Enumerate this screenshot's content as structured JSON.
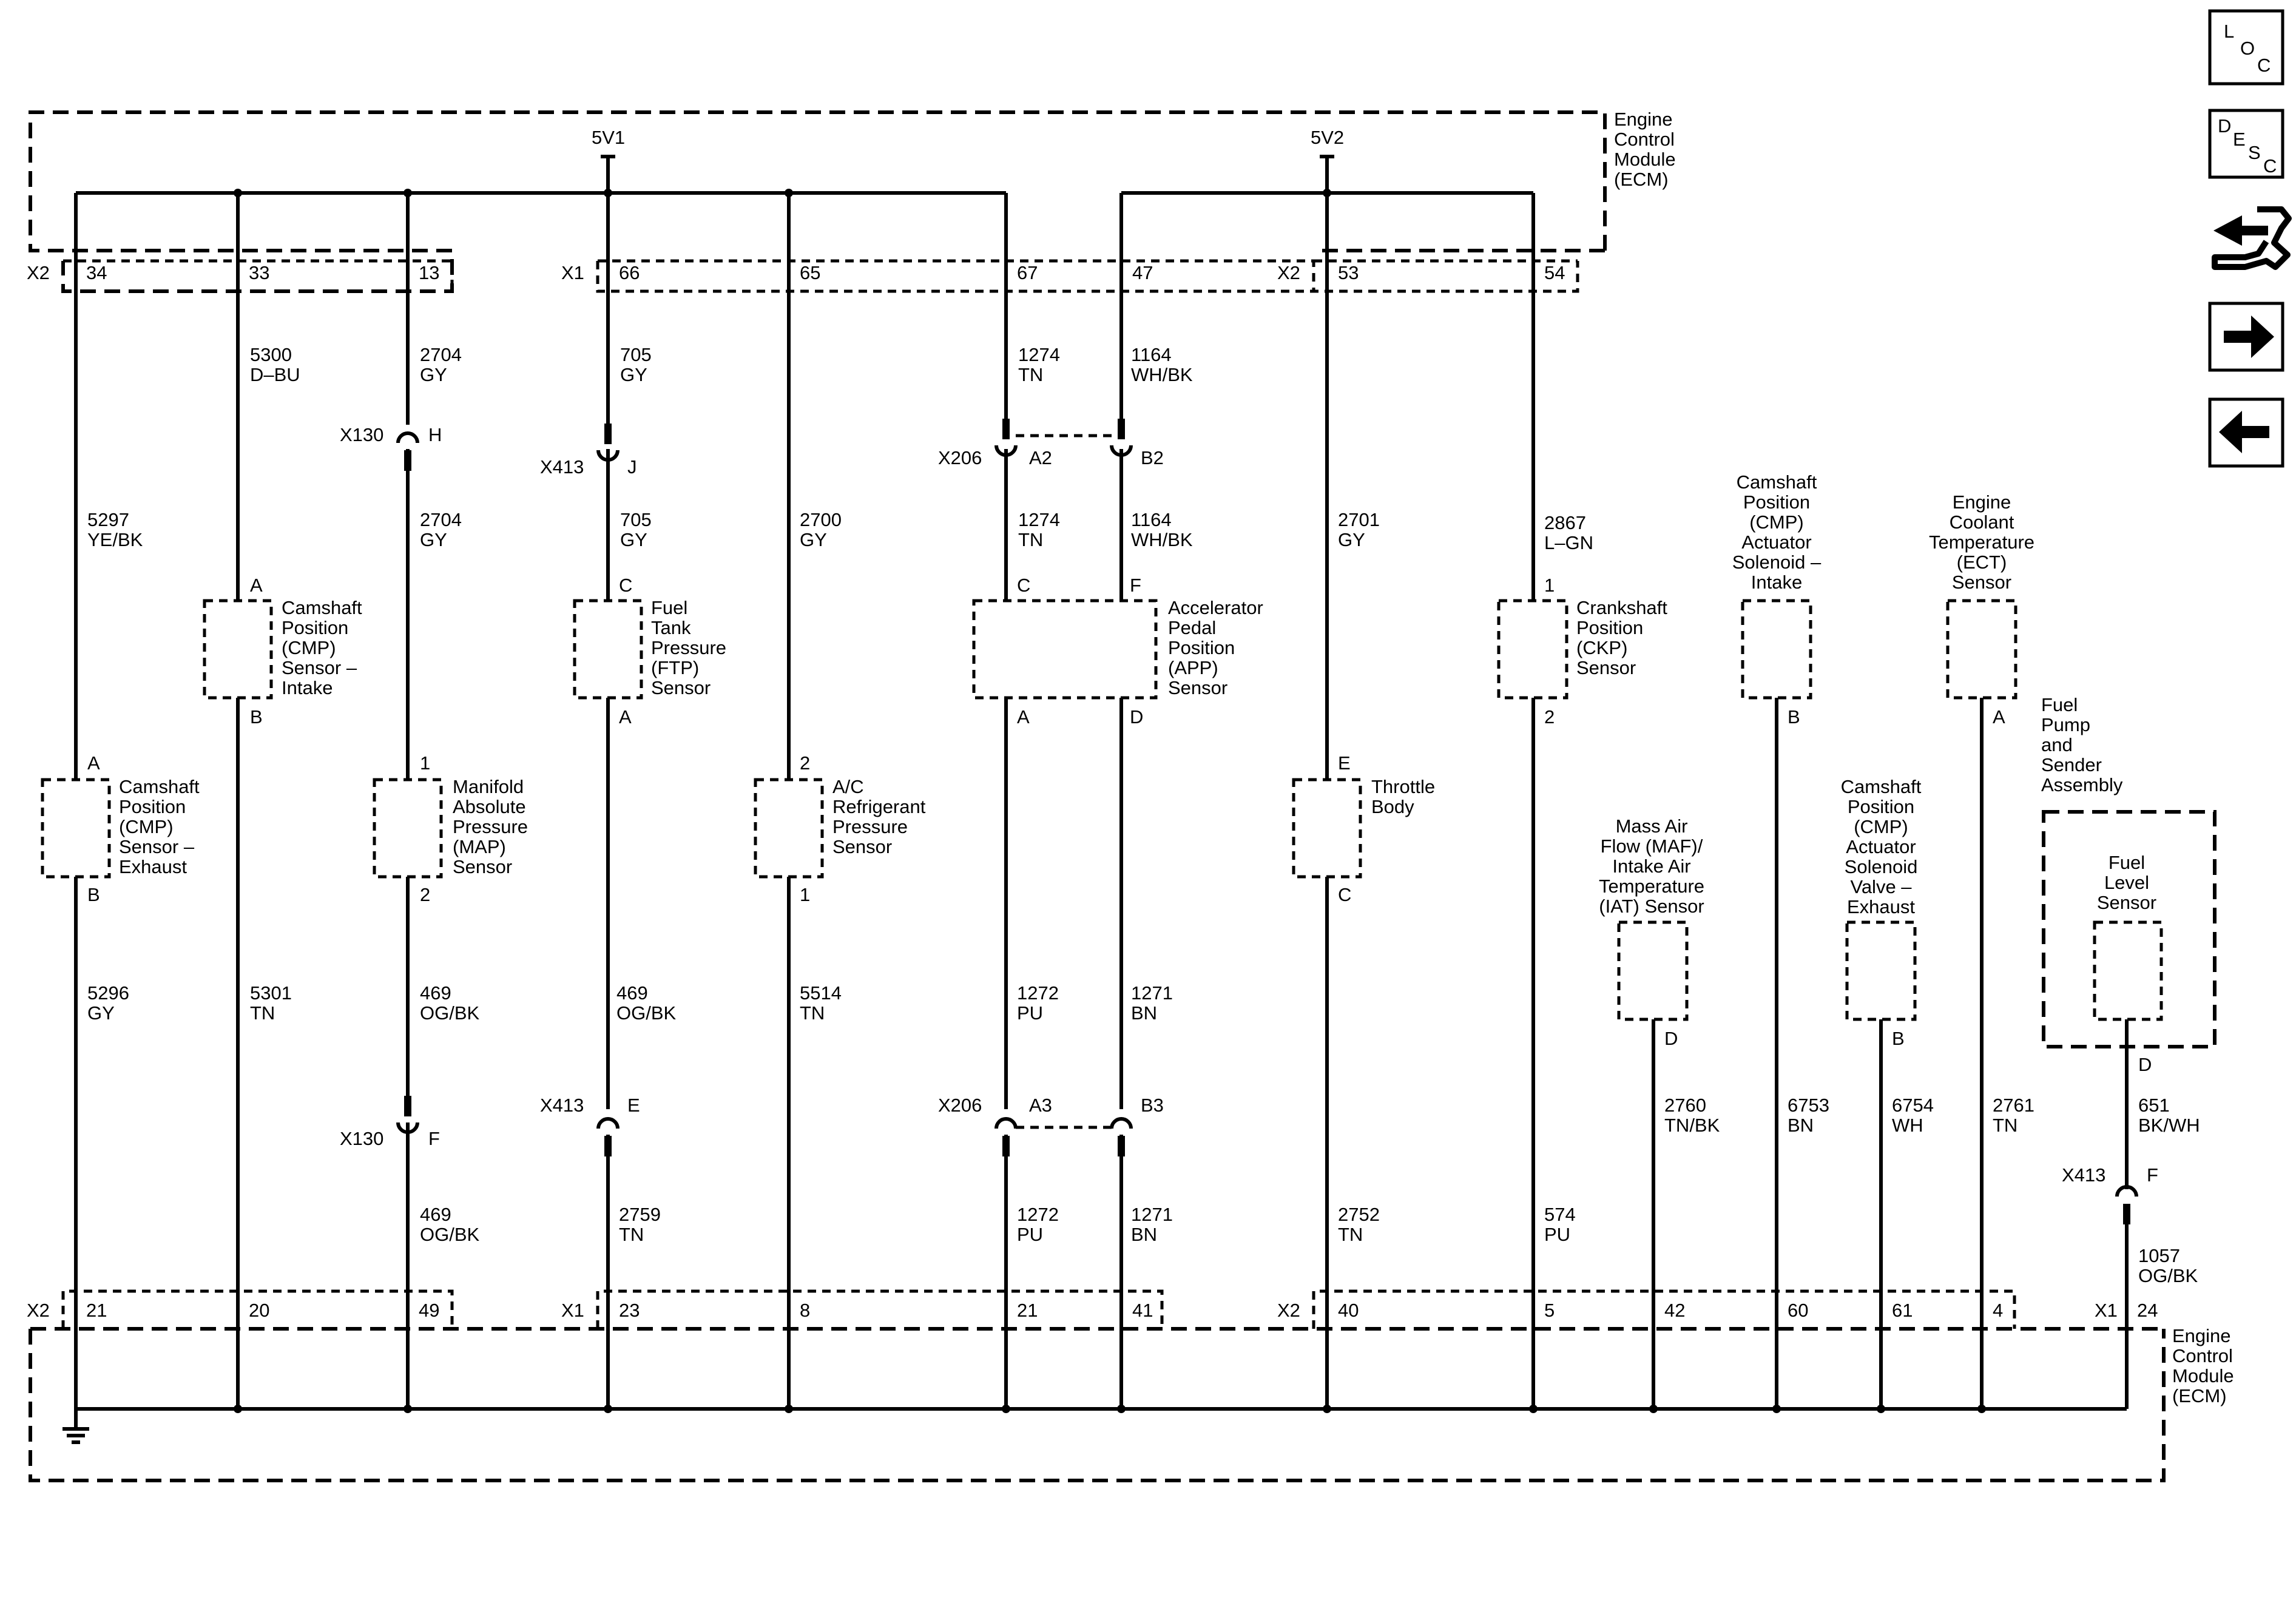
{
  "ecm_top_label": [
    "Engine",
    "Control",
    "Module",
    "(ECM)"
  ],
  "ecm_bottom_label": [
    "Engine",
    "Control",
    "Module",
    "(ECM)"
  ],
  "supply_5v1": "5V1",
  "supply_5v2": "5V2",
  "top_connectors": {
    "x2a": "X2",
    "x1": "X1",
    "x2b": "X2"
  },
  "bottom_connectors": {
    "x2a": "X2",
    "x1": "X1",
    "x2b": "X2",
    "x1b": "X1"
  },
  "top_pins": [
    "34",
    "33",
    "13",
    "66",
    "65",
    "67",
    "47",
    "53",
    "54"
  ],
  "bottom_pins": [
    "21",
    "20",
    "49",
    "23",
    "8",
    "21",
    "41",
    "40",
    "5",
    "42",
    "60",
    "61",
    "4",
    "24"
  ],
  "wire_labels": [
    [
      "5300",
      "D–BU"
    ],
    [
      "2704",
      "GY"
    ],
    [
      "705",
      "GY"
    ],
    [
      "1274",
      "TN"
    ],
    [
      "1164",
      "WH/BK"
    ],
    [
      "5297",
      "YE/BK"
    ],
    [
      "2704",
      "GY"
    ],
    [
      "705",
      "GY"
    ],
    [
      "2700",
      "GY"
    ],
    [
      "1274",
      "TN"
    ],
    [
      "1164",
      "WH/BK"
    ],
    [
      "2701",
      "GY"
    ],
    [
      "2867",
      "L–GN"
    ],
    [
      "5296",
      "GY"
    ],
    [
      "5301",
      "TN"
    ],
    [
      "469",
      "OG/BK"
    ],
    [
      "469",
      "OG/BK"
    ],
    [
      "5514",
      "TN"
    ],
    [
      "1272",
      "PU"
    ],
    [
      "1271",
      "BN"
    ],
    [
      "469",
      "OG/BK"
    ],
    [
      "2759",
      "TN"
    ],
    [
      "1272",
      "PU"
    ],
    [
      "1271",
      "BN"
    ],
    [
      "2752",
      "TN"
    ],
    [
      "574",
      "PU"
    ],
    [
      "2760",
      "TN/BK"
    ],
    [
      "6753",
      "BN"
    ],
    [
      "6754",
      "WH"
    ],
    [
      "2761",
      "TN"
    ],
    [
      "651",
      "BK/WH"
    ],
    [
      "1057",
      "OG/BK"
    ]
  ],
  "inline_connectors": [
    {
      "name": "X130",
      "pin": "H"
    },
    {
      "name": "X413",
      "pin": "J"
    },
    {
      "name": "X206",
      "pin": "A2"
    },
    {
      "name": "",
      "pin": "B2"
    },
    {
      "name": "X130",
      "pin": "F"
    },
    {
      "name": "X413",
      "pin": "E"
    },
    {
      "name": "X206",
      "pin": "A3"
    },
    {
      "name": "",
      "pin": "B3"
    },
    {
      "name": "X413",
      "pin": "F"
    }
  ],
  "components": [
    {
      "id": "cmp-intake",
      "label": [
        "Camshaft",
        "Position",
        "(CMP)",
        "Sensor –",
        "Intake"
      ],
      "pins": [
        "A",
        "B"
      ]
    },
    {
      "id": "ftp",
      "label": [
        "Fuel",
        "Tank",
        "Pressure",
        "(FTP)",
        "Sensor"
      ],
      "pins": [
        "C",
        "A"
      ]
    },
    {
      "id": "app",
      "label": [
        "Accelerator",
        "Pedal",
        "Position",
        "(APP)",
        "Sensor"
      ],
      "pins": [
        "C",
        "F",
        "A",
        "D"
      ]
    },
    {
      "id": "ckp",
      "label": [
        "Crankshaft",
        "Position",
        "(CKP)",
        "Sensor"
      ],
      "pins": [
        "1",
        "2"
      ]
    },
    {
      "id": "cmp-act-intake",
      "label": [
        "Camshaft",
        "Position",
        "(CMP)",
        "Actuator",
        "Solenoid –",
        "Intake"
      ],
      "pins": [
        "B"
      ]
    },
    {
      "id": "ect",
      "label": [
        "Engine",
        "Coolant",
        "Temperature",
        "(ECT)",
        "Sensor"
      ],
      "pins": [
        "A"
      ]
    },
    {
      "id": "cmp-exhaust",
      "label": [
        "Camshaft",
        "Position",
        "(CMP)",
        "Sensor –",
        "Exhaust"
      ],
      "pins": [
        "A",
        "B"
      ]
    },
    {
      "id": "map",
      "label": [
        "Manifold",
        "Absolute",
        "Pressure",
        "(MAP)",
        "Sensor"
      ],
      "pins": [
        "1",
        "2"
      ]
    },
    {
      "id": "ac",
      "label": [
        "A/C",
        "Refrigerant",
        "Pressure",
        "Sensor"
      ],
      "pins": [
        "2",
        "1"
      ]
    },
    {
      "id": "throttle",
      "label": [
        "Throttle",
        "Body"
      ],
      "pins": [
        "E",
        "C"
      ]
    },
    {
      "id": "maf",
      "label": [
        "Mass Air",
        "Flow (MAF)/",
        "Intake Air",
        "Temperature",
        "(IAT) Sensor"
      ],
      "pins": [
        "D"
      ]
    },
    {
      "id": "cmp-act-exhaust",
      "label": [
        "Camshaft",
        "Position",
        "(CMP)",
        "Actuator",
        "Solenoid",
        "Valve –",
        "Exhaust"
      ],
      "pins": [
        "B"
      ]
    },
    {
      "id": "fuel-pump",
      "label": [
        "Fuel",
        "Pump",
        "and",
        "Sender",
        "Assembly"
      ],
      "pins": []
    },
    {
      "id": "fuel-level",
      "label": [
        "Fuel",
        "Level",
        "Sensor"
      ],
      "pins": [
        "D"
      ]
    }
  ],
  "nav": {
    "loc": [
      "L",
      "O",
      "C"
    ],
    "desc": [
      "D",
      "E",
      "S",
      "C"
    ],
    "icons": [
      "connector-repair-icon",
      "arrow-right-icon",
      "arrow-left-icon"
    ]
  }
}
